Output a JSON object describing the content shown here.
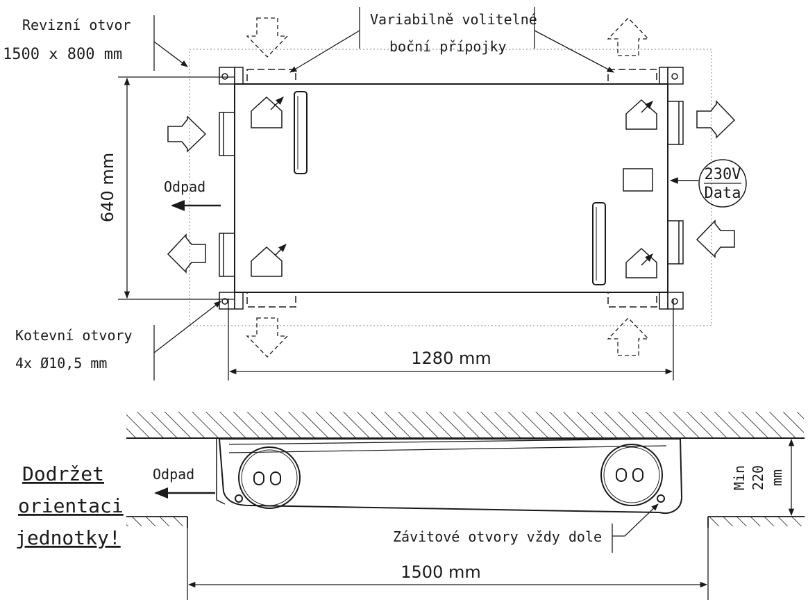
{
  "top_view": {
    "revision_opening_label": "Revizní otvor",
    "revision_opening_size": "1500 x 800 mm",
    "side_connections_label_line1": "Variabilně volitelné",
    "side_connections_label_line2": "boční přípojky",
    "height_dimension": "640 mm",
    "width_dimension": "1280 mm",
    "exhaust_label": "Odpad",
    "power_label_line1": "230V",
    "power_label_line2": "Data",
    "anchor_holes_label": "Kotevní otvory",
    "anchor_holes_size": "4x Ø10,5 mm"
  },
  "side_view": {
    "warning_line1": "Dodržet",
    "warning_line2": "orientaci",
    "warning_line3": "jednotky!",
    "exhaust_label": "Odpad",
    "min_height_label": "Min",
    "min_height_value": "220",
    "min_height_unit": "mm",
    "threaded_holes_label": "Závitové otvory vždy dole",
    "opening_width_dimension": "1500 mm"
  },
  "colors": {
    "ink": "#1a1a1a",
    "background": "#ffffff",
    "dotted_outline": "#9a9a9a"
  }
}
